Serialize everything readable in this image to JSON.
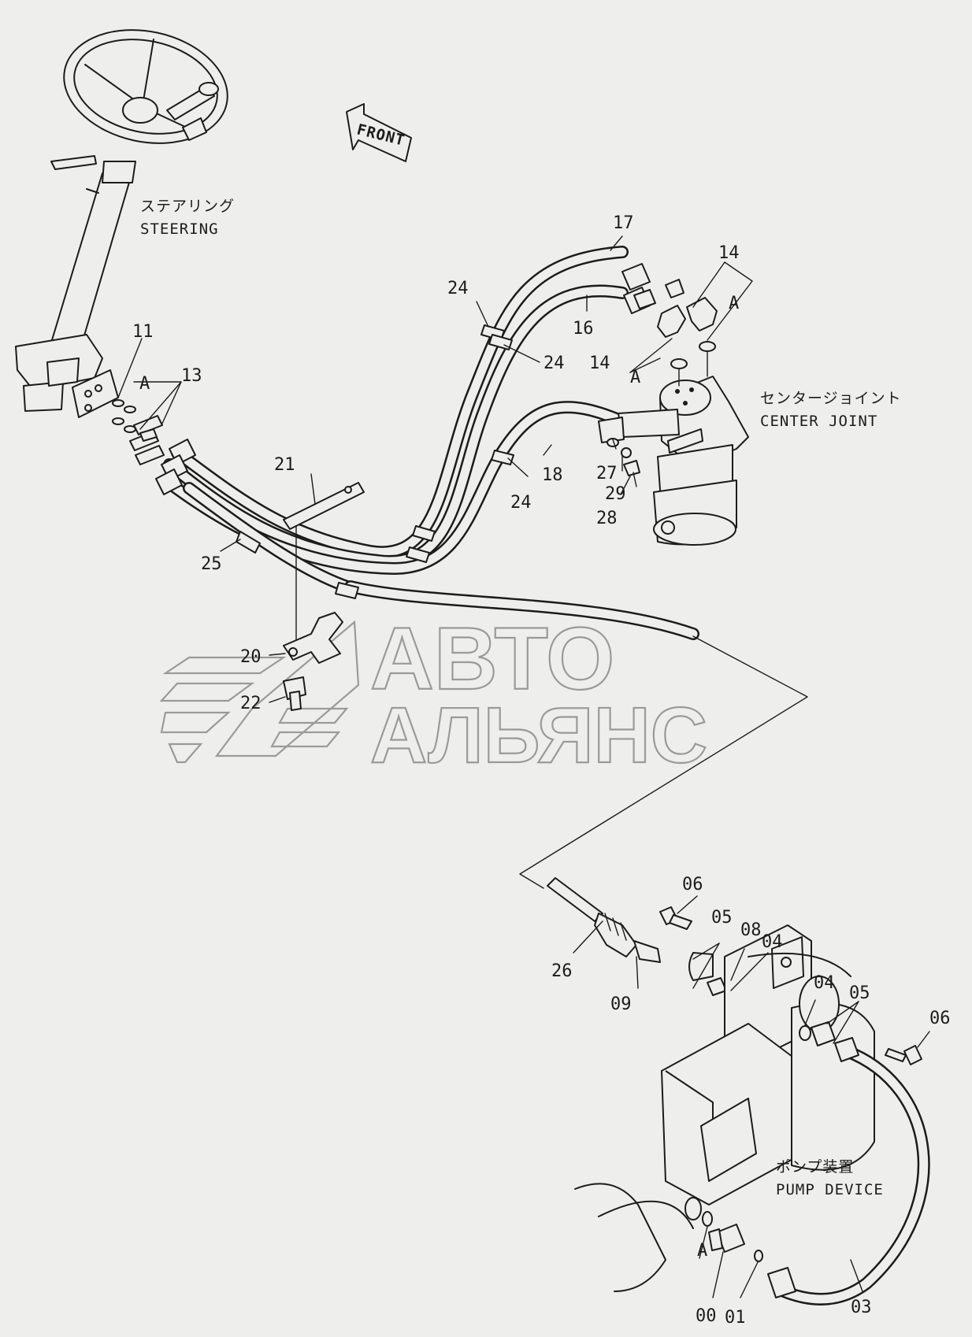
{
  "labels": {
    "front": "FRONT",
    "steering_jp": "ステアリング",
    "steering_en": "STEERING",
    "center_joint_jp": "センタージョイント",
    "center_joint_en": "CENTER  JOINT",
    "pump_jp": "ポンプ装置",
    "pump_en": "PUMP  DEVICE",
    "conn_a1": "A",
    "conn_a2": "A",
    "conn_a3": "A",
    "conn_a4": "A"
  },
  "callouts": {
    "p11": "11",
    "p13": "13",
    "p17": "17",
    "p14a": "14",
    "p14b": "14",
    "p24a": "24",
    "p24b": "24",
    "p24c": "24",
    "p16": "16",
    "p21": "21",
    "p25": "25",
    "p18": "18",
    "p27": "27",
    "p29": "29",
    "p28": "28",
    "p20": "20",
    "p22": "22",
    "p06a": "06",
    "p05a": "05",
    "p08": "08",
    "p04a": "04",
    "p26": "26",
    "p09": "09",
    "p04b": "04",
    "p05b": "05",
    "p06b": "06",
    "p00": "00",
    "p01": "01",
    "p03": "03"
  },
  "watermark": {
    "line1": "АВТО",
    "line2": "АЛЬЯНС"
  }
}
